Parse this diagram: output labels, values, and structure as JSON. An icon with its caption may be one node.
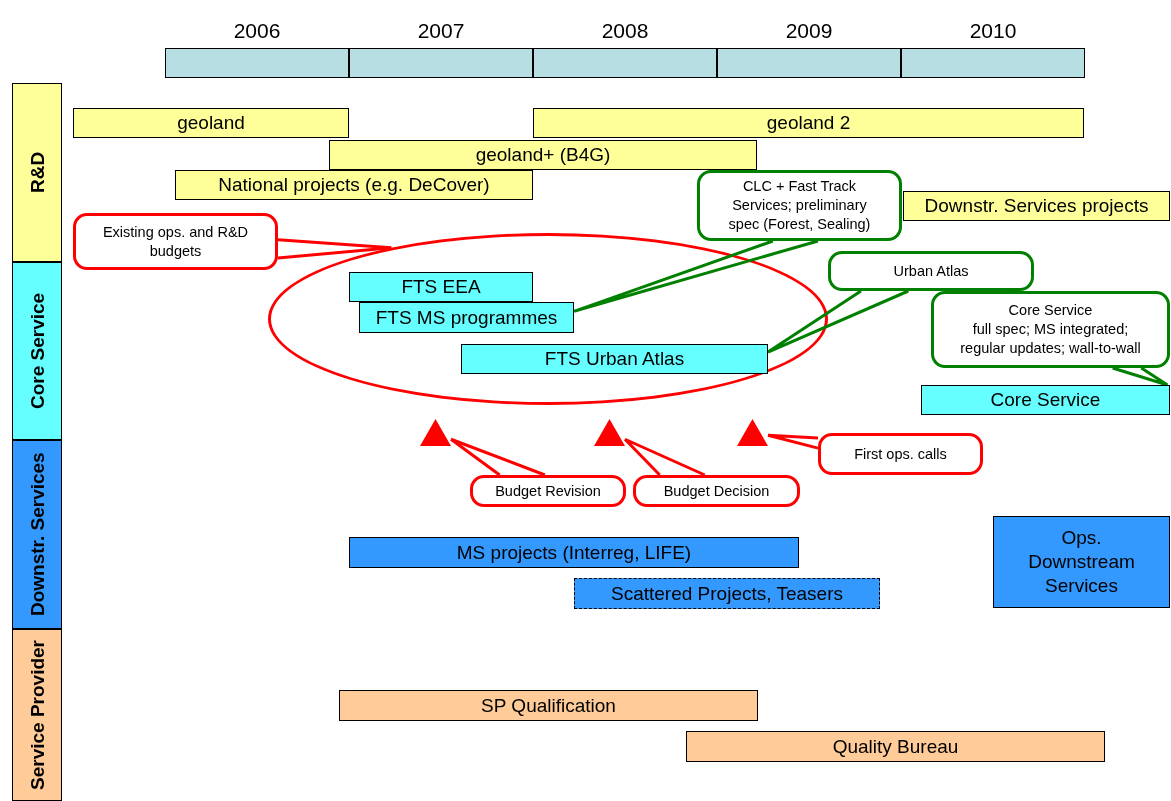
{
  "diagram": {
    "nodes": [
      {
        "text": [
          "R&D"
        ]
      },
      {
        "text": [
          "Core Service"
        ]
      },
      {
        "text": [
          "Downstr. Services"
        ]
      },
      {
        "text": [
          "Service Provider"
        ]
      },
      {
        "text": [
          "geoland"
        ]
      },
      {
        "text": [
          "geoland 2"
        ]
      },
      {
        "text": [
          "geoland+ (B4G)"
        ]
      },
      {
        "text": [
          "National projects (e.g. DeCover)"
        ]
      },
      {
        "text": [
          "Downstr. Services projects"
        ]
      },
      {
        "text": [
          "Existing ops. and R&D budgets"
        ]
      },
      {
        "text": [],
        "shape": "ellipse"
      },
      {
        "text": [
          "FTS EEA"
        ],
        "in": 10
      },
      {
        "text": [
          "FTS MS programmes"
        ],
        "in": 10
      },
      {
        "text": [
          "FTS Urban Atlas"
        ],
        "in": 10
      },
      {
        "text": [
          "CLC + Fast Track Services; preliminary spec (Forest, Sealing)"
        ]
      },
      {
        "text": [
          "Urban Atlas"
        ]
      },
      {
        "text": [
          "Core Service",
          "full spec; MS integrated; regular updates; wall-to-wall"
        ]
      },
      {
        "text": [
          "Core Service"
        ]
      },
      {
        "text": [],
        "shape": "triangle"
      },
      {
        "text": [],
        "shape": "triangle"
      },
      {
        "text": [],
        "shape": "triangle"
      },
      {
        "text": [
          "Budget Revision"
        ]
      },
      {
        "text": [
          "Budget Decision"
        ]
      },
      {
        "text": [
          "First ops. calls"
        ]
      },
      {
        "text": [
          "MS projects (Interreg, LIFE)"
        ]
      },
      {
        "text": [
          "Scattered Projects, Teasers"
        ]
      },
      {
        "text": [
          "Ops. Downstream Services"
        ]
      },
      {
        "text": [
          "SP Qualification"
        ]
      },
      {
        "text": [
          "Quality Bureau"
        ]
      }
    ],
    "edges": [
      {
        "from": 9,
        "to": 10,
        "arrow": "none",
        "color": "#ff0000"
      },
      {
        "from": 14,
        "to": 12,
        "arrow": "none",
        "color": "#008000"
      },
      {
        "from": 15,
        "to": 13,
        "arrow": "none",
        "color": "#008000"
      },
      {
        "from": 16,
        "to": 17,
        "arrow": "none",
        "color": "#008000"
      },
      {
        "from": 21,
        "to": 18,
        "arrow": "none",
        "color": "#ff0000"
      },
      {
        "from": 22,
        "to": 19,
        "arrow": "none",
        "color": "#ff0000"
      },
      {
        "from": 23,
        "to": 20,
        "arrow": "none",
        "color": "#ff0000"
      }
    ],
    "labels": [
      "2006",
      "2007",
      "2008",
      "2009",
      "2010"
    ]
  }
}
